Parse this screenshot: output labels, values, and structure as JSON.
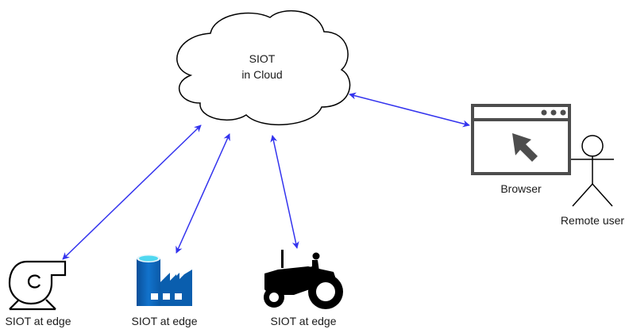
{
  "diagram": {
    "cloud": {
      "line1": "SIOT",
      "line2": "in Cloud"
    },
    "browser": {
      "label": "Browser"
    },
    "remote_user": {
      "label": "Remote user"
    },
    "edges": [
      {
        "label": "SIOT at edge",
        "icon": "blower-pump-icon"
      },
      {
        "label": "SIOT at edge",
        "icon": "factory-icon"
      },
      {
        "label": "SIOT at edge",
        "icon": "tractor-icon"
      }
    ],
    "colors": {
      "connector": "#3333ee",
      "browser_frame": "#4d4d4d",
      "factory_blue": "#0a5eae",
      "factory_top": "#50d8f0"
    },
    "connections": [
      {
        "from": "SIOT in Cloud",
        "to": "Browser",
        "direction": "bidirectional"
      },
      {
        "from": "SIOT in Cloud",
        "to": "SIOT at edge (pump)",
        "direction": "bidirectional"
      },
      {
        "from": "SIOT in Cloud",
        "to": "SIOT at edge (factory)",
        "direction": "bidirectional"
      },
      {
        "from": "SIOT in Cloud",
        "to": "SIOT at edge (tractor)",
        "direction": "bidirectional"
      }
    ]
  }
}
